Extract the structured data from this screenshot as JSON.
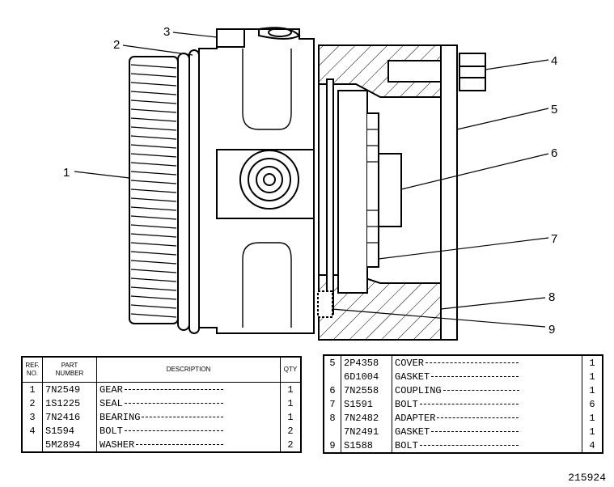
{
  "callouts": [
    "1",
    "2",
    "3",
    "4",
    "5",
    "6",
    "7",
    "8",
    "9"
  ],
  "left_table": {
    "headers": {
      "ref": "REF.\nNO.",
      "part": "PART\nNUMBER",
      "desc": "DESCRIPTION",
      "qty": "QTY"
    },
    "rows": [
      {
        "ref": "1",
        "part": "7N2549",
        "desc": "GEAR",
        "qty": "1"
      },
      {
        "ref": "2",
        "part": "1S1225",
        "desc": "SEAL",
        "qty": "1"
      },
      {
        "ref": "3",
        "part": "7N2416",
        "desc": "BEARING",
        "qty": "1"
      },
      {
        "ref": "4",
        "part": "S1594",
        "desc": "BOLT",
        "qty": "2"
      },
      {
        "ref": "",
        "part": "5M2894",
        "desc": "WASHER",
        "qty": "2"
      }
    ]
  },
  "right_table": {
    "rows": [
      {
        "ref": "5",
        "part": "2P4358",
        "desc": "COVER",
        "qty": "1"
      },
      {
        "ref": "",
        "part": "6D1004",
        "desc": "GASKET",
        "qty": "1"
      },
      {
        "ref": "6",
        "part": "7N2558",
        "desc": "COUPLING",
        "qty": "1"
      },
      {
        "ref": "7",
        "part": "S1591",
        "desc": "BOLT",
        "qty": "6"
      },
      {
        "ref": "8",
        "part": "7N2482",
        "desc": "ADAPTER",
        "qty": "1"
      },
      {
        "ref": "",
        "part": "7N2491",
        "desc": "GASKET",
        "qty": "1"
      },
      {
        "ref": "9",
        "part": "S1588",
        "desc": "BOLT",
        "qty": "4"
      }
    ]
  },
  "drawing_number": "215924"
}
